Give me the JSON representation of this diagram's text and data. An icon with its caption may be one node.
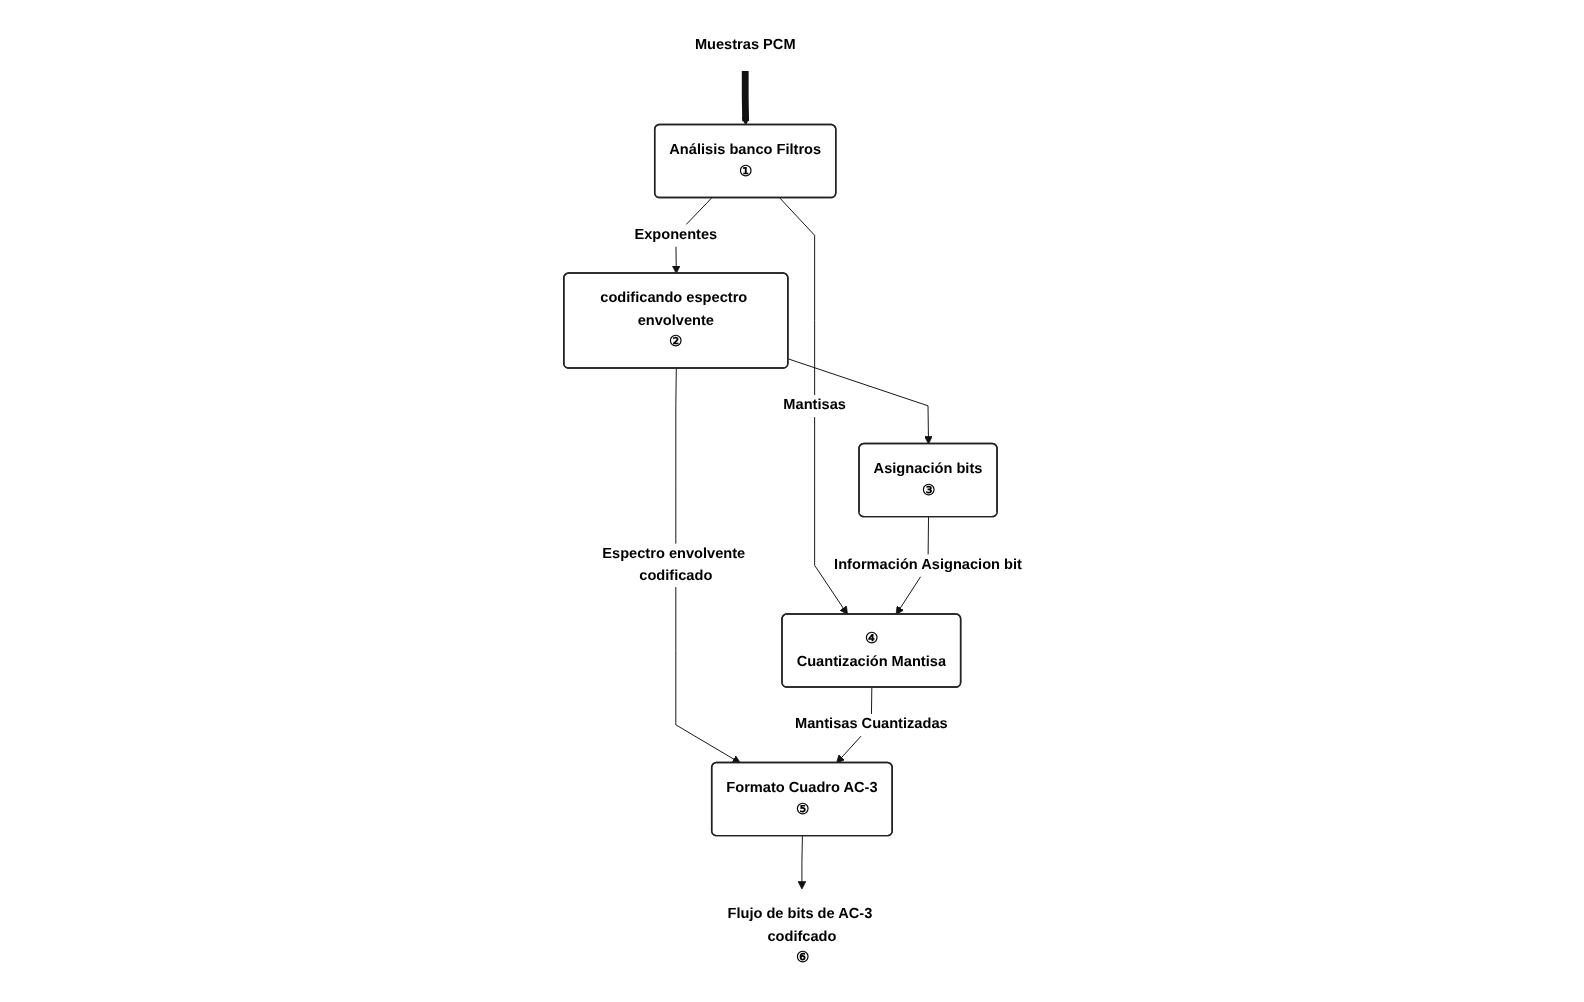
{
  "diagram": {
    "nodes": [
      {
        "text": [
          "Muestras PCM"
        ]
      },
      {
        "text": [
          "Análisis banco Filtros",
          "①"
        ]
      },
      {
        "text": [
          "codificando espectro envolvente",
          "②"
        ]
      },
      {
        "text": [
          "Asignación bits",
          "③"
        ]
      },
      {
        "text": [
          "④",
          "Cuantización Mantisa"
        ]
      },
      {
        "text": [
          "Formato Cuadro AC-3",
          "⑤"
        ]
      },
      {
        "text": [
          "Flujo de bits de AC-3 codifcado",
          "⑥"
        ]
      }
    ],
    "edges": [
      {
        "from": 0,
        "to": 1,
        "arrow": "to",
        "style": "thick"
      },
      {
        "from": 1,
        "to": 2,
        "arrow": "to",
        "label": "Exponentes"
      },
      {
        "from": 2,
        "to": 3,
        "arrow": "to"
      },
      {
        "from": 1,
        "to": 4,
        "arrow": "to",
        "label": "Mantisas"
      },
      {
        "from": 3,
        "to": 4,
        "arrow": "to",
        "label": "Información Asignacion bit"
      },
      {
        "from": 2,
        "to": 5,
        "arrow": "to",
        "label": "Espectro envolvente codificado"
      },
      {
        "from": 4,
        "to": 5,
        "arrow": "to",
        "label": "Mantisas Cuantizadas"
      },
      {
        "from": 5,
        "to": 6,
        "arrow": "to"
      }
    ]
  }
}
